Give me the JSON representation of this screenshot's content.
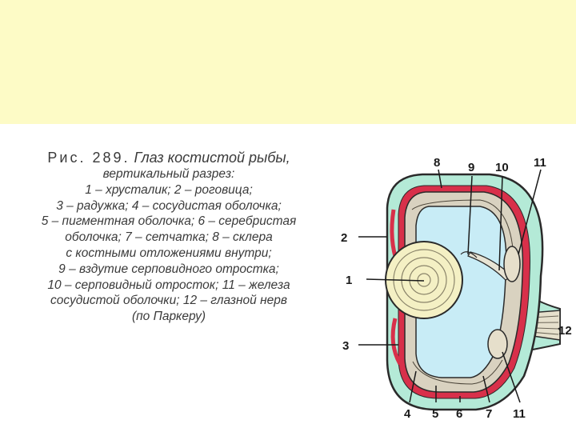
{
  "header": {
    "band_color": "#fdfbc6"
  },
  "caption": {
    "title_lead": "Рис. 289.",
    "title_rest": "Глаз костистой рыбы,",
    "lines": [
      "вертикальный разрез:",
      "1 – хрусталик; 2 – роговица;",
      "3 – радужка; 4 – сосудистая оболочка;",
      "5 – пигментная оболочка; 6 – серебристая",
      "оболочка; 7 – сетчатка; 8 – склера",
      "с костными отложениями внутри;",
      "9 – вздутие серповидного отростка;",
      "10 – серповидный отросток; 11 – железа",
      "сосудистой оболочки; 12 – глазной нерв",
      "(по Паркеру)"
    ]
  },
  "diagram": {
    "labels": {
      "l1": "1",
      "l2": "2",
      "l3": "3",
      "l4": "4",
      "l5": "5",
      "l6": "6",
      "l7": "7",
      "l8": "8",
      "l9": "9",
      "l10": "10",
      "l11a": "11",
      "l11b": "11",
      "l12": "12"
    },
    "colors": {
      "cornea": "#b4ead7",
      "chamber": "#c8ecf6",
      "lens": "#f4f0c4",
      "vascular": "#d8304a",
      "retina": "#d9d2c0",
      "outline": "#2a2a2a"
    }
  }
}
